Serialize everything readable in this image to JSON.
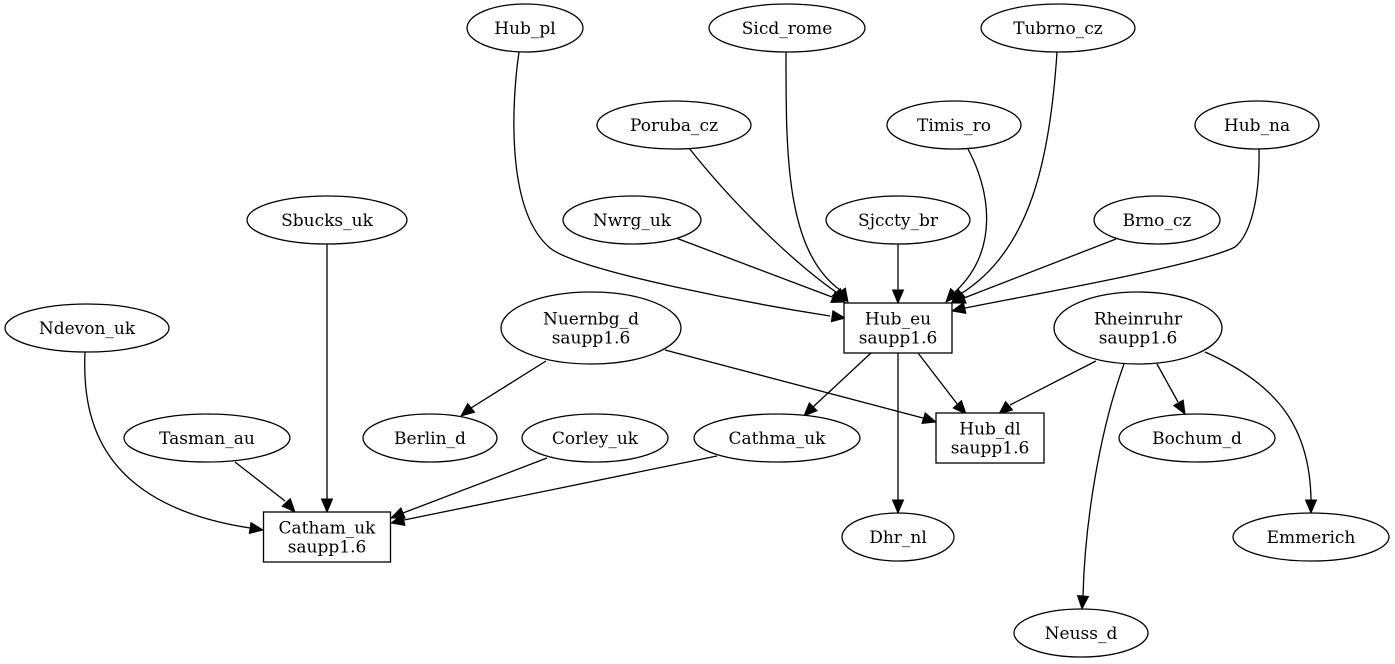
{
  "diagram": {
    "type": "directed-graph",
    "nodes": [
      {
        "id": "Hub_pl",
        "lines": [
          "Hub_pl"
        ],
        "shape": "ellipse"
      },
      {
        "id": "Sicd_rome",
        "lines": [
          "Sicd_rome"
        ],
        "shape": "ellipse"
      },
      {
        "id": "Tubrno_cz",
        "lines": [
          "Tubrno_cz"
        ],
        "shape": "ellipse"
      },
      {
        "id": "Poruba_cz",
        "lines": [
          "Poruba_cz"
        ],
        "shape": "ellipse"
      },
      {
        "id": "Timis_ro",
        "lines": [
          "Timis_ro"
        ],
        "shape": "ellipse"
      },
      {
        "id": "Hub_na",
        "lines": [
          "Hub_na"
        ],
        "shape": "ellipse"
      },
      {
        "id": "Sbucks_uk",
        "lines": [
          "Sbucks_uk"
        ],
        "shape": "ellipse"
      },
      {
        "id": "Nwrg_uk",
        "lines": [
          "Nwrg_uk"
        ],
        "shape": "ellipse"
      },
      {
        "id": "Sjccty_br",
        "lines": [
          "Sjccty_br"
        ],
        "shape": "ellipse"
      },
      {
        "id": "Brno_cz",
        "lines": [
          "Brno_cz"
        ],
        "shape": "ellipse"
      },
      {
        "id": "Ndevon_uk",
        "lines": [
          "Ndevon_uk"
        ],
        "shape": "ellipse"
      },
      {
        "id": "Nuernbg_d",
        "lines": [
          "Nuernbg_d",
          "saupp1.6"
        ],
        "shape": "ellipse"
      },
      {
        "id": "Hub_eu",
        "lines": [
          "Hub_eu",
          "saupp1.6"
        ],
        "shape": "box"
      },
      {
        "id": "Rheinruhr",
        "lines": [
          "Rheinruhr",
          "saupp1.6"
        ],
        "shape": "ellipse"
      },
      {
        "id": "Tasman_au",
        "lines": [
          "Tasman_au"
        ],
        "shape": "ellipse"
      },
      {
        "id": "Berlin_d",
        "lines": [
          "Berlin_d"
        ],
        "shape": "ellipse"
      },
      {
        "id": "Corley_uk",
        "lines": [
          "Corley_uk"
        ],
        "shape": "ellipse"
      },
      {
        "id": "Cathma_uk",
        "lines": [
          "Cathma_uk"
        ],
        "shape": "ellipse"
      },
      {
        "id": "Hub_dl",
        "lines": [
          "Hub_dl",
          "saupp1.6"
        ],
        "shape": "box"
      },
      {
        "id": "Bochum_d",
        "lines": [
          "Bochum_d"
        ],
        "shape": "ellipse"
      },
      {
        "id": "Catham_uk",
        "lines": [
          "Catham_uk",
          "saupp1.6"
        ],
        "shape": "box"
      },
      {
        "id": "Dhr_nl",
        "lines": [
          "Dhr_nl"
        ],
        "shape": "ellipse"
      },
      {
        "id": "Emmerich",
        "lines": [
          "Emmerich"
        ],
        "shape": "ellipse"
      },
      {
        "id": "Neuss_d",
        "lines": [
          "Neuss_d"
        ],
        "shape": "ellipse"
      }
    ],
    "edges": [
      {
        "from": "Hub_pl",
        "to": "Hub_eu"
      },
      {
        "from": "Sicd_rome",
        "to": "Hub_eu"
      },
      {
        "from": "Tubrno_cz",
        "to": "Hub_eu"
      },
      {
        "from": "Poruba_cz",
        "to": "Hub_eu"
      },
      {
        "from": "Timis_ro",
        "to": "Hub_eu"
      },
      {
        "from": "Hub_na",
        "to": "Hub_eu"
      },
      {
        "from": "Nwrg_uk",
        "to": "Hub_eu"
      },
      {
        "from": "Sjccty_br",
        "to": "Hub_eu"
      },
      {
        "from": "Brno_cz",
        "to": "Hub_eu"
      },
      {
        "from": "Sbucks_uk",
        "to": "Catham_uk"
      },
      {
        "from": "Ndevon_uk",
        "to": "Catham_uk"
      },
      {
        "from": "Tasman_au",
        "to": "Catham_uk"
      },
      {
        "from": "Corley_uk",
        "to": "Catham_uk"
      },
      {
        "from": "Cathma_uk",
        "to": "Catham_uk"
      },
      {
        "from": "Nuernbg_d",
        "to": "Berlin_d"
      },
      {
        "from": "Nuernbg_d",
        "to": "Hub_dl"
      },
      {
        "from": "Hub_eu",
        "to": "Cathma_uk"
      },
      {
        "from": "Hub_eu",
        "to": "Dhr_nl"
      },
      {
        "from": "Hub_eu",
        "to": "Hub_dl"
      },
      {
        "from": "Rheinruhr",
        "to": "Hub_dl"
      },
      {
        "from": "Rheinruhr",
        "to": "Bochum_d"
      },
      {
        "from": "Rheinruhr",
        "to": "Neuss_d"
      },
      {
        "from": "Rheinruhr",
        "to": "Emmerich"
      }
    ]
  }
}
